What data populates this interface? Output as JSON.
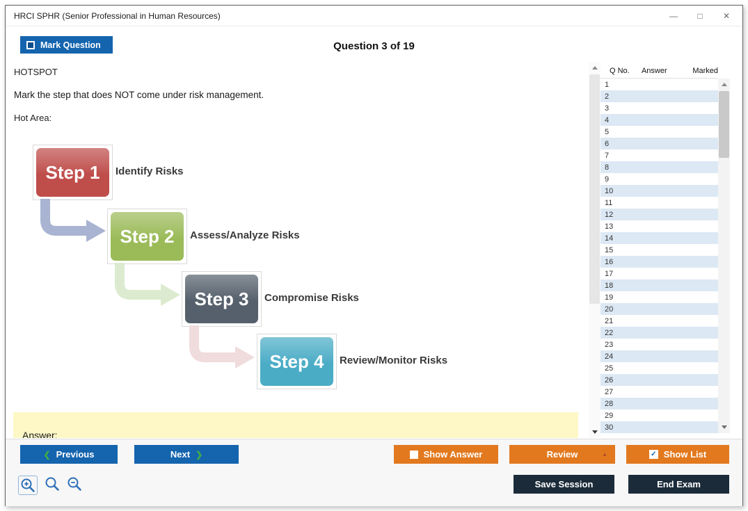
{
  "window": {
    "title": "HRCI SPHR (Senior Professional in Human Resources)",
    "controls": {
      "minimize": "—",
      "maximize": "□",
      "close": "✕"
    }
  },
  "header": {
    "mark_question": "Mark Question",
    "question_counter": "Question 3 of 19"
  },
  "question": {
    "type": "HOTSPOT",
    "prompt": "Mark the step that does NOT come under risk management.",
    "hot_area": "Hot Area:",
    "answer_label": "Answer:"
  },
  "diagram": {
    "steps": [
      {
        "label": "Step 1",
        "caption": "Identify Risks",
        "color": "#bf4e4b",
        "arrow_color": "#a9b4d2"
      },
      {
        "label": "Step 2",
        "caption": "Assess/Analyze Risks",
        "color": "#9bbb59",
        "arrow_color": "#dcebcf"
      },
      {
        "label": "Step 3",
        "caption": "Compromise Risks",
        "color": "#55606c",
        "arrow_color": "#f0dcdc"
      },
      {
        "label": "Step 4",
        "caption": "Review/Monitor Risks",
        "color": "#4bacc6"
      }
    ]
  },
  "sidebar": {
    "columns": [
      "Q No.",
      "Answer",
      "Marked"
    ],
    "rows": [
      1,
      2,
      3,
      4,
      5,
      6,
      7,
      8,
      9,
      10,
      11,
      12,
      13,
      14,
      15,
      16,
      17,
      18,
      19,
      20,
      21,
      22,
      23,
      24,
      25,
      26,
      27,
      28,
      29,
      30
    ]
  },
  "footer": {
    "previous": "Previous",
    "next": "Next",
    "show_answer": "Show Answer",
    "review": "Review",
    "show_list": "Show List",
    "save_session": "Save Session",
    "end_exam": "End Exam"
  },
  "icons": {
    "prev_chevron": "❮",
    "next_chevron": "❯",
    "check": "✓",
    "review_caret": "▲"
  },
  "colors": {
    "primary_blue": "#1464ae",
    "orange": "#e2791f",
    "navy": "#1b2b3a",
    "row_alt": "#dce8f4",
    "answer_highlight": "#fdf8c5",
    "chevron_green": "#3fae49"
  }
}
